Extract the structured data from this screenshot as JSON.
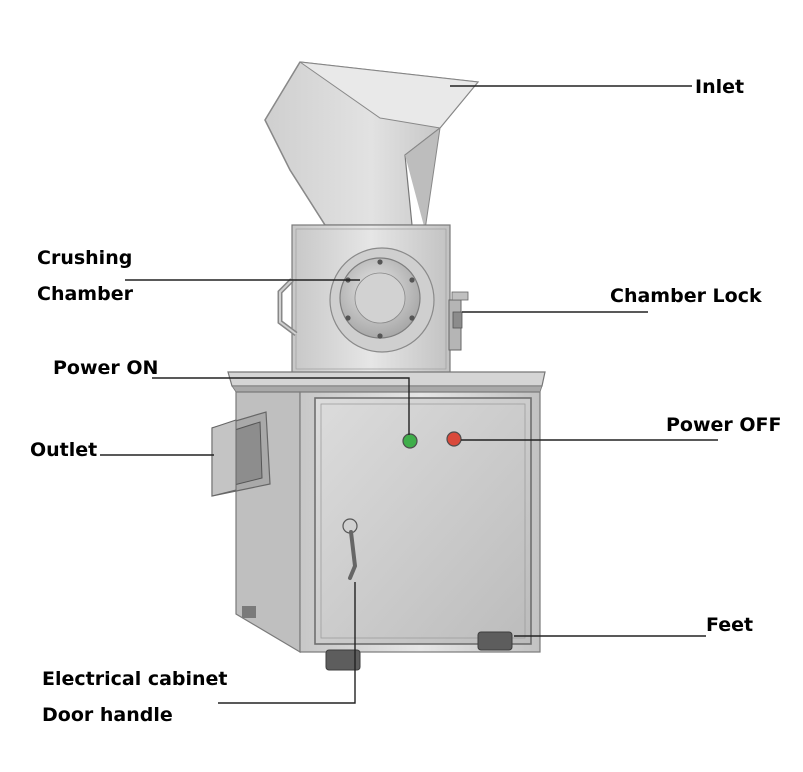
{
  "labels": {
    "inlet": "Inlet",
    "crushing_1": "Crushing",
    "crushing_2": "Chamber",
    "chamber_lock": "Chamber Lock",
    "power_on": "Power ON",
    "power_off": "Power OFF",
    "outlet": "Outlet",
    "feet": "Feet",
    "cabinet_1": "Electrical cabinet",
    "cabinet_2": "Door handle"
  },
  "colors": {
    "power_on": "#3fae4a",
    "power_off": "#d9493b",
    "metal_light": "#d9d9d9",
    "metal_mid": "#bdbdbd",
    "metal_dark": "#8a8a8a"
  }
}
